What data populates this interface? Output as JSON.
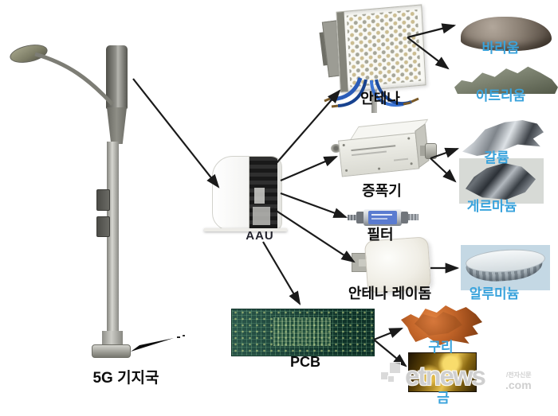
{
  "labels": {
    "base_station": "5G 기지국",
    "aau": "AAU",
    "antenna": "안테나",
    "amplifier": "증폭기",
    "filter": "필터",
    "radome": "안테나 레이돔",
    "pcb": "PCB"
  },
  "materials": {
    "barium": "바리움",
    "yttrium": "이트리움",
    "gallium": "갈륨",
    "germanium": "게르마늄",
    "aluminum": "알루미늄",
    "copper": "구리",
    "gold": "금"
  },
  "connections": [
    {
      "from": "5G 기지국",
      "to": "AAU"
    },
    {
      "from": "AAU",
      "to": "안테나"
    },
    {
      "from": "AAU",
      "to": "증폭기"
    },
    {
      "from": "AAU",
      "to": "필터"
    },
    {
      "from": "AAU",
      "to": "안테나 레이돔"
    },
    {
      "from": "AAU",
      "to": "PCB"
    },
    {
      "from": "안테나",
      "to": "바리움"
    },
    {
      "from": "안테나",
      "to": "이트리움"
    },
    {
      "from": "증폭기",
      "to": "갈륨"
    },
    {
      "from": "증폭기",
      "to": "게르마늄"
    },
    {
      "from": "안테나 레이돔",
      "to": "알루미늄"
    },
    {
      "from": "PCB",
      "to": "구리"
    },
    {
      "from": "PCB",
      "to": "금"
    }
  ],
  "watermark": {
    "brand": "etnews",
    "domain": ".com",
    "tagline": "/전자신문",
    "icon": "etnews-logo-icon"
  },
  "colors": {
    "background": "#ffffff",
    "component_label": "#0d0d0d",
    "material_label": "#3aa3dc",
    "arrow": "#1a1a1a"
  }
}
